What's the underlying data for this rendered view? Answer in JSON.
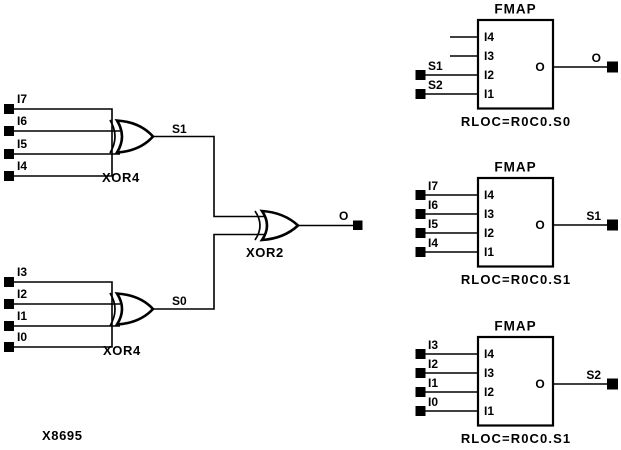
{
  "figure": {
    "id": "X8695"
  },
  "colors": {
    "ink": "#000000",
    "paper": "#ffffff"
  },
  "xor_section": {
    "top_gate": {
      "type": "XOR4",
      "inputs": [
        "I7",
        "I6",
        "I5",
        "I4"
      ],
      "output": "S1"
    },
    "bottom_gate": {
      "type": "XOR4",
      "inputs": [
        "I3",
        "I2",
        "I1",
        "I0"
      ],
      "output": "S0"
    },
    "combiner_gate": {
      "type": "XOR2",
      "output": "O"
    }
  },
  "fmap_blocks": [
    {
      "title": "FMAP",
      "pins": [
        "I4",
        "I3",
        "I2",
        "I1"
      ],
      "ext_inputs": [
        "S1",
        "S2"
      ],
      "output_pin": "O",
      "output_net": "O",
      "rloc": "RLOC=R0C0.S0"
    },
    {
      "title": "FMAP",
      "pins": [
        "I4",
        "I3",
        "I2",
        "I1"
      ],
      "ext_inputs": [
        "I7",
        "I6",
        "I5",
        "I4"
      ],
      "output_pin": "O",
      "output_net": "S1",
      "rloc": "RLOC=R0C0.S1"
    },
    {
      "title": "FMAP",
      "pins": [
        "I4",
        "I3",
        "I2",
        "I1"
      ],
      "ext_inputs": [
        "I3",
        "I2",
        "I1",
        "I0"
      ],
      "output_pin": "O",
      "output_net": "S2",
      "rloc": "RLOC=R0C0.S1"
    }
  ]
}
